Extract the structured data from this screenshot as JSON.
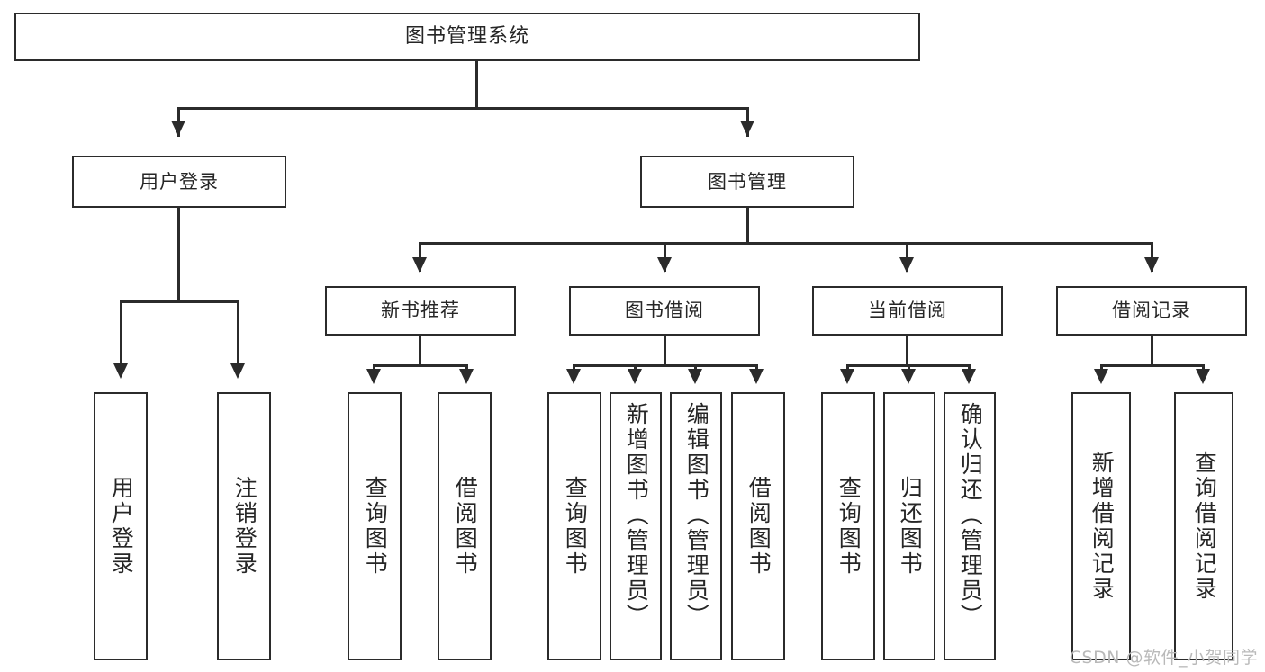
{
  "diagram": {
    "type": "tree",
    "title": "图书管理系统",
    "watermark": "CSDN @软件_小贺同学",
    "colors": {
      "stroke": "#2b2b2b",
      "fill": "#ffffff",
      "text": "#262626",
      "watermark": "#b9b9b9"
    },
    "levels": {
      "root": "图书管理系统",
      "level2": [
        "用户登录",
        "图书管理"
      ],
      "level3": [
        "新书推荐",
        "图书借阅",
        "当前借阅",
        "借阅记录"
      ]
    }
  },
  "nodes": {
    "root": {
      "label": "图书管理系统"
    },
    "user_login": {
      "label": "用户登录"
    },
    "book_manage": {
      "label": "图书管理"
    },
    "new_book_rec": {
      "label": "新书推荐"
    },
    "book_borrow": {
      "label": "图书借阅"
    },
    "current_borrow": {
      "label": "当前借阅"
    },
    "borrow_record": {
      "label": "借阅记录"
    }
  },
  "leaves": {
    "user_login": [
      {
        "label": "用户登录"
      },
      {
        "label": "注销登录"
      }
    ],
    "new_book_rec": [
      {
        "label": "查询图书"
      },
      {
        "label": "借阅图书"
      }
    ],
    "book_borrow": [
      {
        "label": "查询图书"
      },
      {
        "label": "新增图书（管理员）"
      },
      {
        "label": "编辑图书（管理员）"
      },
      {
        "label": "借阅图书"
      }
    ],
    "current_borrow": [
      {
        "label": "查询图书"
      },
      {
        "label": "归还图书"
      },
      {
        "label": "确认归还（管理员）"
      }
    ],
    "borrow_record": [
      {
        "label": "新增借阅记录"
      },
      {
        "label": "查询借阅记录"
      }
    ]
  }
}
